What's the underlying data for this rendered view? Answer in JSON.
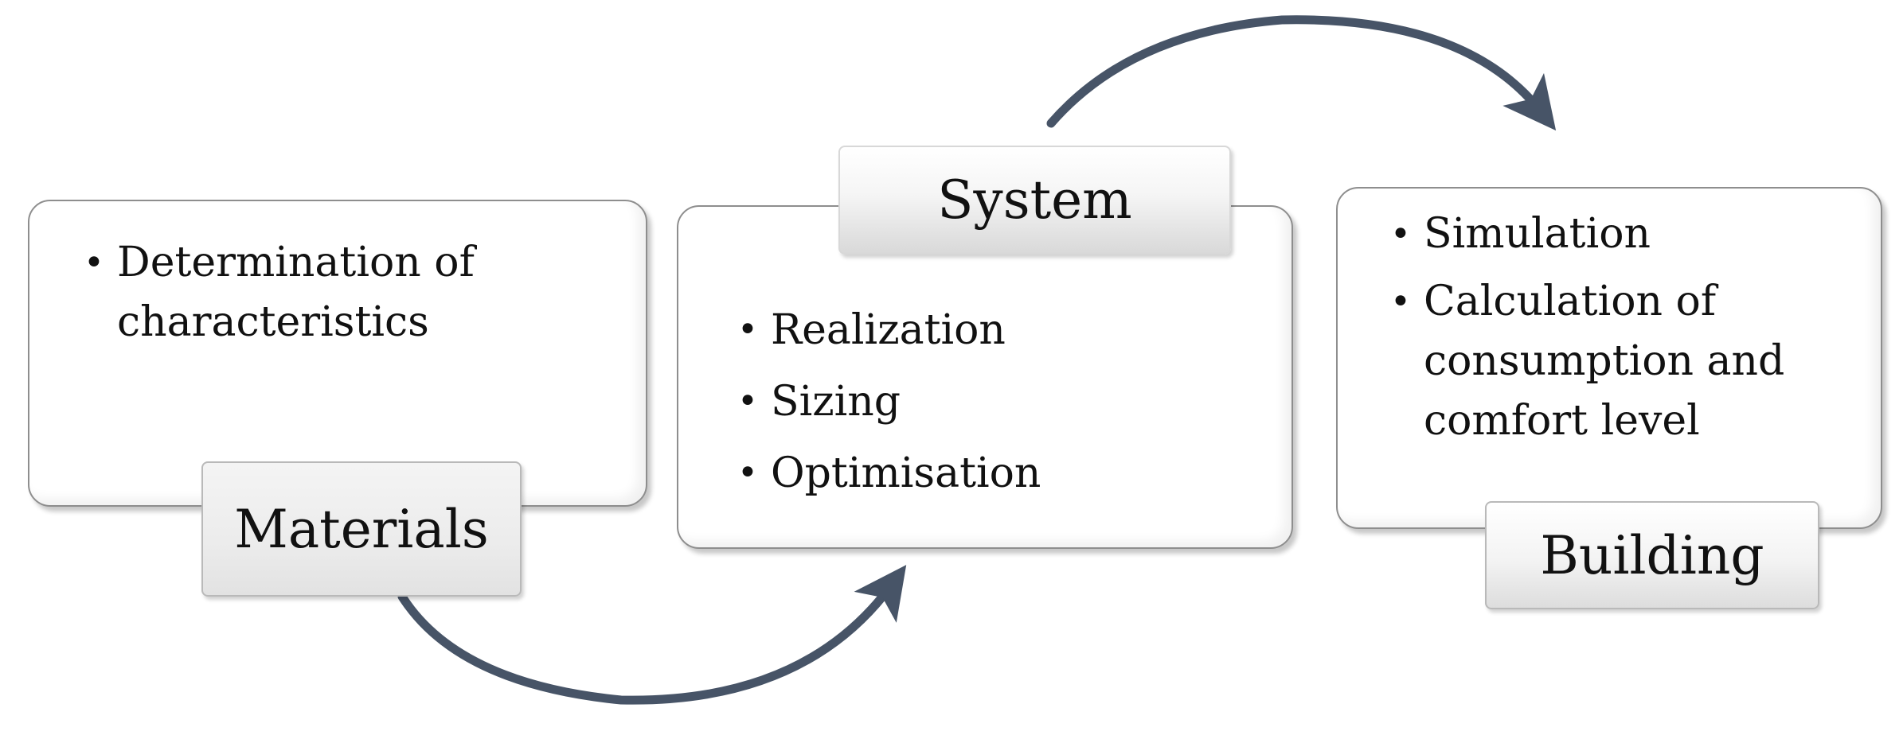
{
  "stages": [
    {
      "label": "Materials",
      "bullets": [
        "Determination of characteristics"
      ]
    },
    {
      "label": "System",
      "bullets": [
        "Realization",
        "Sizing",
        "Optimisation"
      ]
    },
    {
      "label": "Building",
      "bullets": [
        "Simulation",
        "Calculation of consumption and comfort level"
      ]
    }
  ],
  "bullet_glyph": "•",
  "colors": {
    "arrow": "#475467",
    "card_border": "#8e8e8e",
    "tag_fill": "#ececec"
  },
  "icons": [
    "curved-arrow-icon"
  ]
}
